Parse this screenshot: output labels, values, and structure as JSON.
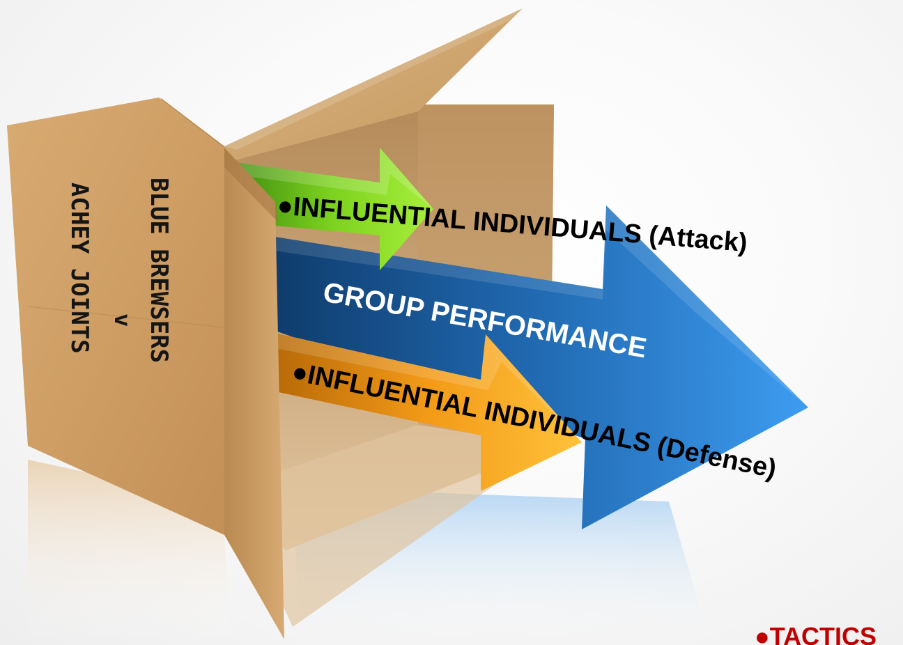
{
  "box": {
    "line1": "BLUE BREWSERS",
    "line2": "v",
    "line3": "ACHEY  JOINTS"
  },
  "arrows": {
    "attack_label": "●INFLUENTIAL INDIVIDUALS (Attack)",
    "group_label": "GROUP PERFORMANCE",
    "defense_label": "●INFLUENTIAL INDIVIDUALS (Defense)"
  },
  "tactics_label": "●TACTICS",
  "colors": {
    "green_arrow": "#7cd21e",
    "blue_arrow": "#2f86da",
    "orange_arrow": "#f5a21b",
    "box": "#c89a64",
    "tactics": "#c00000"
  }
}
